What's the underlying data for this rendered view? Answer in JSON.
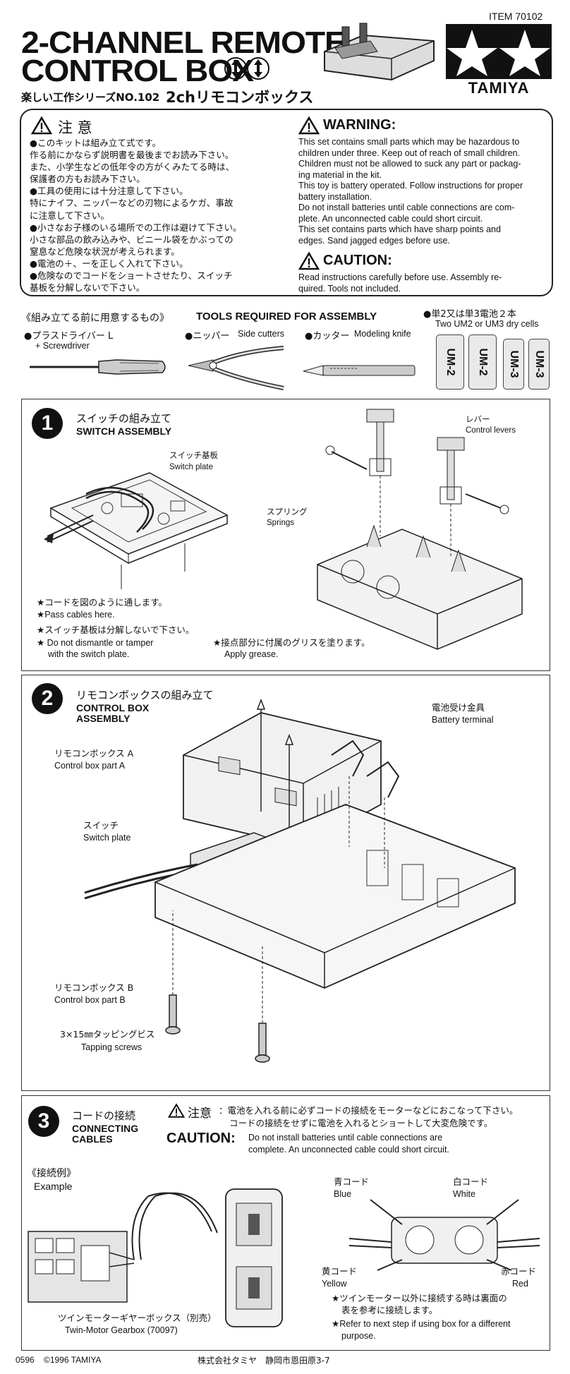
{
  "header": {
    "item": "ITEM 70102",
    "title_line1": "2-CHANNEL REMOTE",
    "title_line2": "CONTROL BOX",
    "jp_subtitle_small": "楽しい工作シリーズNO.102",
    "jp_subtitle_big": "2chリモコンボックス",
    "brand": "TAMIYA"
  },
  "notice": {
    "jp_title": "注 意",
    "jp_lines": [
      "●このキットは組み立て式です。",
      "作る前にかならず説明書を最後までお読み下さい。",
      "また、小学生などの低年令の方がくみたてる時は、",
      "保護者の方もお読み下さい。",
      "●工具の使用には十分注意して下さい。",
      "特にナイフ、ニッパーなどの刃物によるケガ、事故",
      "に注意して下さい。",
      "●小さなお子様のいる場所での工作は避けて下さい。",
      "小さな部品の飲み込みや、ビニール袋をかぶっての",
      "窒息など危険な状況が考えられます。",
      "●電池の＋、ーを正しく入れて下さい。",
      "●危険なのでコードをショートさせたり、スイッチ",
      "基板を分解しないで下さい。"
    ],
    "warning_title": "WARNING:",
    "warning_lines": [
      "This set contains small parts which may be hazardous to",
      "children under three. Keep out of reach of small children.",
      "Children must not be allowed to suck any part or packag-",
      "ing material in the kit.",
      "This toy is battery operated. Follow instructions for proper",
      "battery installation.",
      "Do not install batteries until cable connections are com-",
      "plete. An unconnected cable could short circuit.",
      "This set contains parts which have sharp points and",
      "edges. Sand jagged edges before use."
    ],
    "caution_title": "CAUTION:",
    "caution_lines": [
      "Read instructions carefully before use. Assembly re-",
      "quired. Tools not included."
    ]
  },
  "tools": {
    "heading_jp": "《組み立てる前に用意するもの》",
    "heading_en": "TOOLS REQUIRED FOR ASSEMBLY",
    "screwdriver_jp": "●プラスドライバー L",
    "screwdriver_en": "+ Screwdriver",
    "side_cutters_jp": "●ニッパー",
    "side_cutters_en": "Side cutters",
    "knife_jp": "●カッター",
    "knife_en": "Modeling knife",
    "batteries_jp": "●単2又は単3電池２本",
    "batteries_en": "Two UM2 or UM3 dry cells",
    "battery_labels": [
      "UM-2",
      "UM-2",
      "UM-3",
      "UM-3"
    ]
  },
  "step1": {
    "number": "1",
    "title_jp": "スイッチの組み立て",
    "title_en": "SWITCH ASSEMBLY",
    "switch_plate_jp": "スイッチ基板",
    "switch_plate_en": "Switch plate",
    "control_levers_jp": "レバー",
    "control_levers_en": "Control levers",
    "springs_jp": "スプリング",
    "springs_en": "Springs",
    "note1_jp": "★コードを図のように通します。",
    "note1_en": "★Pass cables here.",
    "note2_jp": "★スイッチ基板は分解しないで下さい。",
    "note2_en_1": "★ Do not dismantle or tamper",
    "note2_en_2": "with the switch plate.",
    "note3_jp": "★接点部分に付属のグリスを塗ります。",
    "note3_en": "Apply grease."
  },
  "step2": {
    "number": "2",
    "title_jp": "リモコンボックスの組み立て",
    "title_en_1": "CONTROL BOX",
    "title_en_2": "ASSEMBLY",
    "part_a_jp": "リモコンボックス A",
    "part_a_en": "Control box part A",
    "battery_terminal_jp": "電池受け金具",
    "battery_terminal_en": "Battery terminal",
    "switch_jp": "スイッチ",
    "switch_en": "Switch plate",
    "part_b_jp": "リモコンボックス B",
    "part_b_en": "Control box part B",
    "screws_jp": "3×15㎜タッピングビス",
    "screws_en": "Tapping screws"
  },
  "step3": {
    "number": "3",
    "title_jp": "コードの接続",
    "title_en_1": "CONNECTING",
    "title_en_2": "CABLES",
    "caution_jp_title": "注意",
    "caution_jp_1": "：電池を入れる前に必ずコードの接続をモーターなどにおこなって下さい。",
    "caution_jp_2": "コードの接続をせずに電池を入れるとショートして大変危険です。",
    "caution_en_title": "CAUTION:",
    "caution_en_1": "Do not install batteries until cable connections are",
    "caution_en_2": "complete. An unconnected cable could short circuit.",
    "example_jp": "《接続例》",
    "example_en": "Example",
    "blue_jp": "青コード",
    "blue_en": "Blue",
    "white_jp": "白コード",
    "white_en": "White",
    "yellow_jp": "黄コード",
    "yellow_en": "Yellow",
    "red_jp": "赤コード",
    "red_en": "Red",
    "gearbox_jp": "ツインモーターギヤーボックス（別売）",
    "gearbox_en": "Twin-Motor Gearbox (70097)",
    "note1_jp": "★ツインモーター以外に接続する時は裏面の",
    "note1_jp_2": "表を参考に接続します。",
    "note2_en_1": "★Refer to next step if using box for a different",
    "note2_en_2": "purpose."
  },
  "footer": {
    "code": "0596",
    "copyright": "©1996 TAMIYA",
    "company": "株式会社タミヤ　静岡市恩田原3-7"
  }
}
